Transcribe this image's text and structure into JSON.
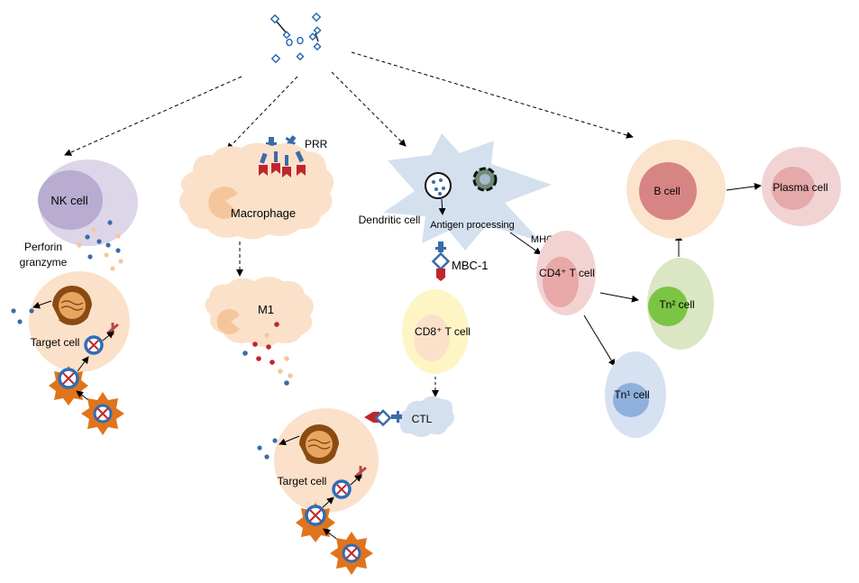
{
  "labels": {
    "nk_cell": "NK cell",
    "perforin": "Perforin",
    "granzyme": "granzyme",
    "target_cell_left": "Target cell",
    "prr": "PRR",
    "macrophage": "Macrophage",
    "m1": "M1",
    "dendritic_cell": "Dendritic cell",
    "antigen_processing": "Antigen processing",
    "mbc1": "MBC-1",
    "cd8_t_cell": "CD8⁺ T cell",
    "ctl": "CTL",
    "target_cell_bottom": "Target cell",
    "mhc2": "MHC-Ⅱ",
    "cd4_t_cell": "CD4⁺ T cell",
    "th1_cell": "Tn¹ cell",
    "th2_cell": "Tn² cell",
    "b_cell": "B cell",
    "plasma_cell": "Plasma cell"
  },
  "colors": {
    "nk_outer": "#dcd6e8",
    "nk_inner": "#b8acd0",
    "peach_fill": "#fbe1ca",
    "peach_inner": "#f5c69c",
    "cd8_outer": "#fdf6c4",
    "cd4_outer": "#f3d2d2",
    "cd4_inner": "#e8a8a8",
    "th1_outer": "#d6e1f2",
    "th1_inner": "#8fb0dc",
    "th2_outer": "#dbe6c4",
    "th2_inner": "#7cc443",
    "b_outer": "#fbe3cc",
    "b_inner": "#d78484",
    "plasma_outer": "#f2d3d3",
    "plasma_inner": "#e5a9a9",
    "dendritic": "#d5e0ef",
    "ctl_cloud": "#d5e0ef",
    "receptor_red": "#c0262b",
    "receptor_blue": "#3a6ca8",
    "virus_orange": "#e0741c",
    "ring_blue": "#2e6db6"
  },
  "icons": [
    "virus-particle-icon",
    "receptor-icon",
    "virus-infected-cell-icon",
    "granule-icon",
    "nucleus-icon"
  ]
}
